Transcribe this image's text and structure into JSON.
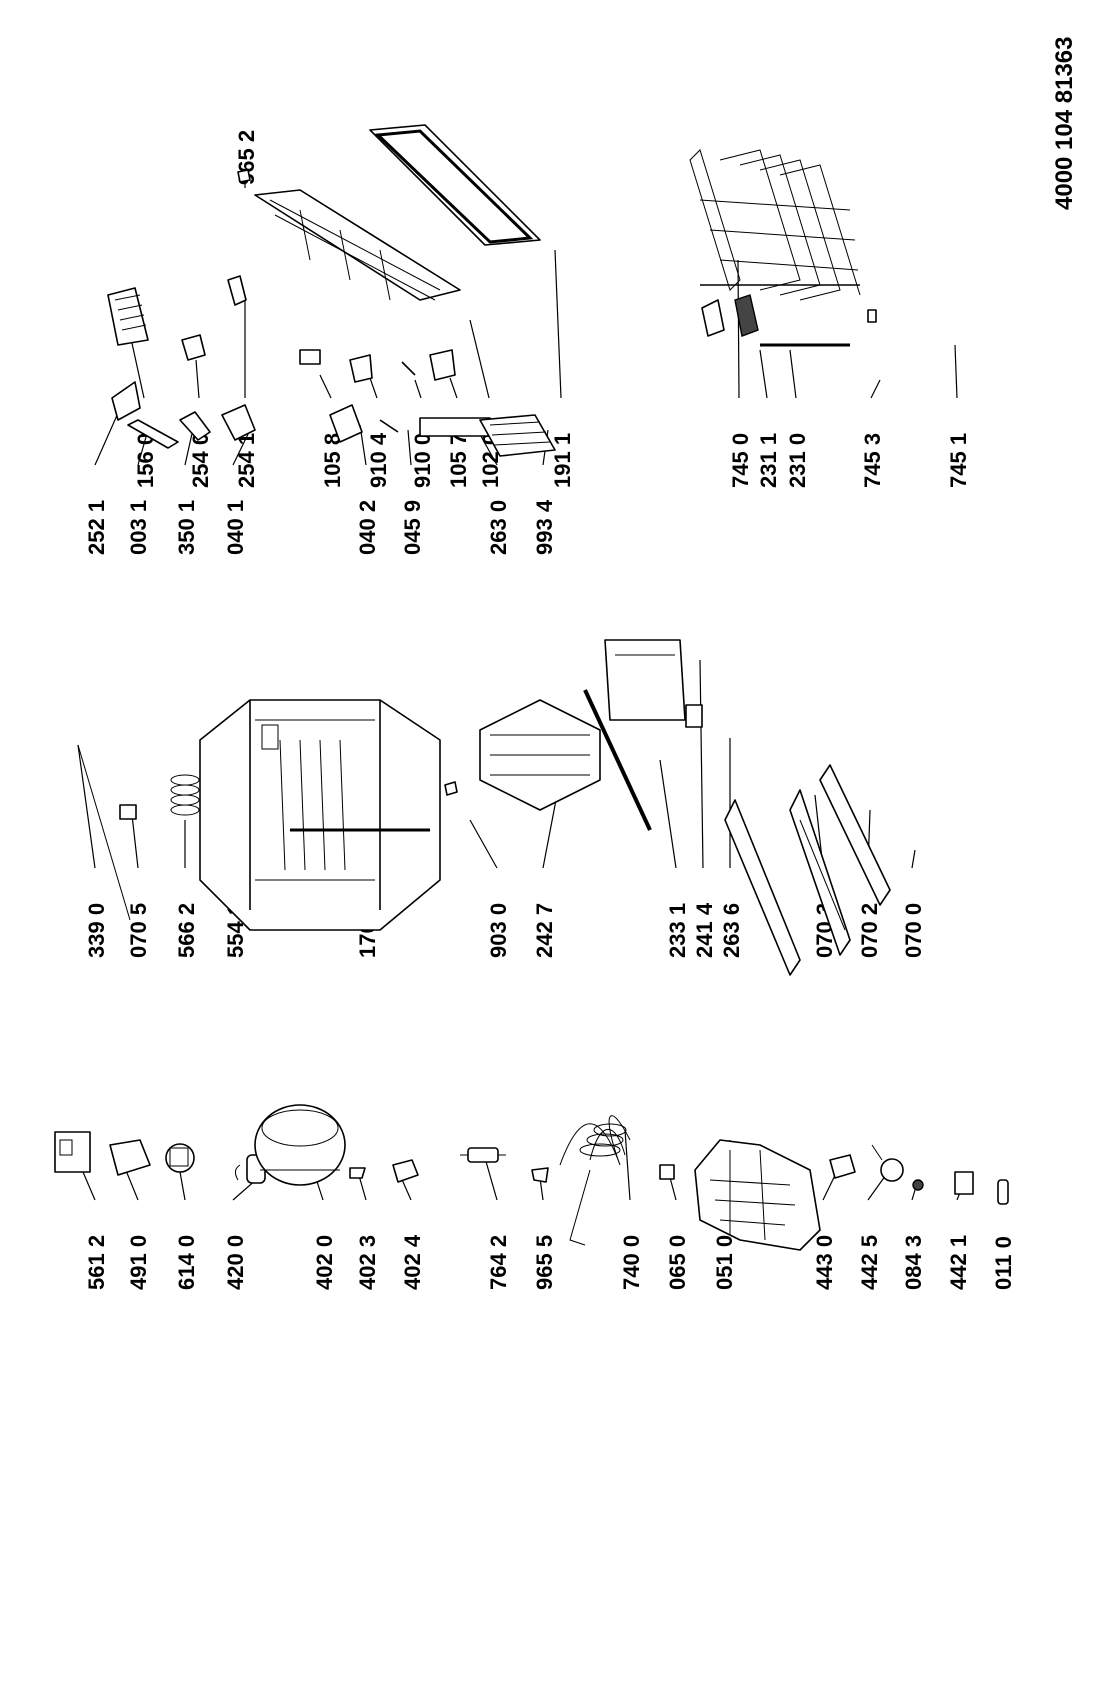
{
  "document_number": "4000 104 81363",
  "labels": {
    "p5612": "561 2",
    "p4910": "491 0",
    "p6140": "614 0",
    "p4200": "420 0",
    "p4020": "402 0",
    "p4023": "402 3",
    "p4024": "402 4",
    "p7642": "764 2",
    "p9655": "965 5",
    "p7400": "740 0",
    "p0650": "065 0",
    "p0510": "051 0",
    "p4430": "443 0",
    "p4425": "442 5",
    "p0843": "084 3",
    "p4421": "442 1",
    "p0110": "011 0",
    "p3390": "339 0",
    "p0705": "070 5",
    "p5662": "566 2",
    "p5541": "554 1",
    "p1707": "170 7",
    "p9030": "903 0",
    "p2427": "242 7",
    "p2331": "233 1",
    "p2414": "241 4",
    "p2636": "263 6",
    "p0703": "070 3",
    "p0702": "070 2",
    "p0700": "070 0",
    "p2521": "252 1",
    "p0031": "003 1",
    "p3501": "350 1",
    "p0401": "040 1",
    "p0402": "040 2",
    "p0459": "045 9",
    "p2630": "263 0",
    "p9934": "993 4",
    "p1560": "156 0",
    "p2540": "254 0",
    "p2541": "254 1",
    "p9652": "965 2",
    "p1058": "105 8",
    "p9104": "910 4",
    "p9100": "910 0",
    "p1057": "105 7",
    "p1020": "102 0",
    "p1911": "191 1",
    "p7450": "745 0",
    "p2311": "231 1",
    "p2310": "231 0",
    "p7453": "745 3",
    "p7451": "745 1"
  }
}
